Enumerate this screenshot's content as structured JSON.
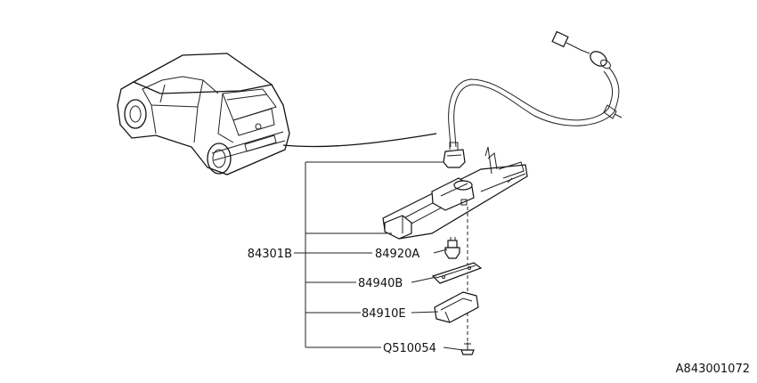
{
  "parts": {
    "assembly": "84301B",
    "bulb": "84920A",
    "lens": "84940B",
    "lamp_housing": "84910E",
    "screw": "Q510054"
  },
  "diagram_id": "A843001072"
}
